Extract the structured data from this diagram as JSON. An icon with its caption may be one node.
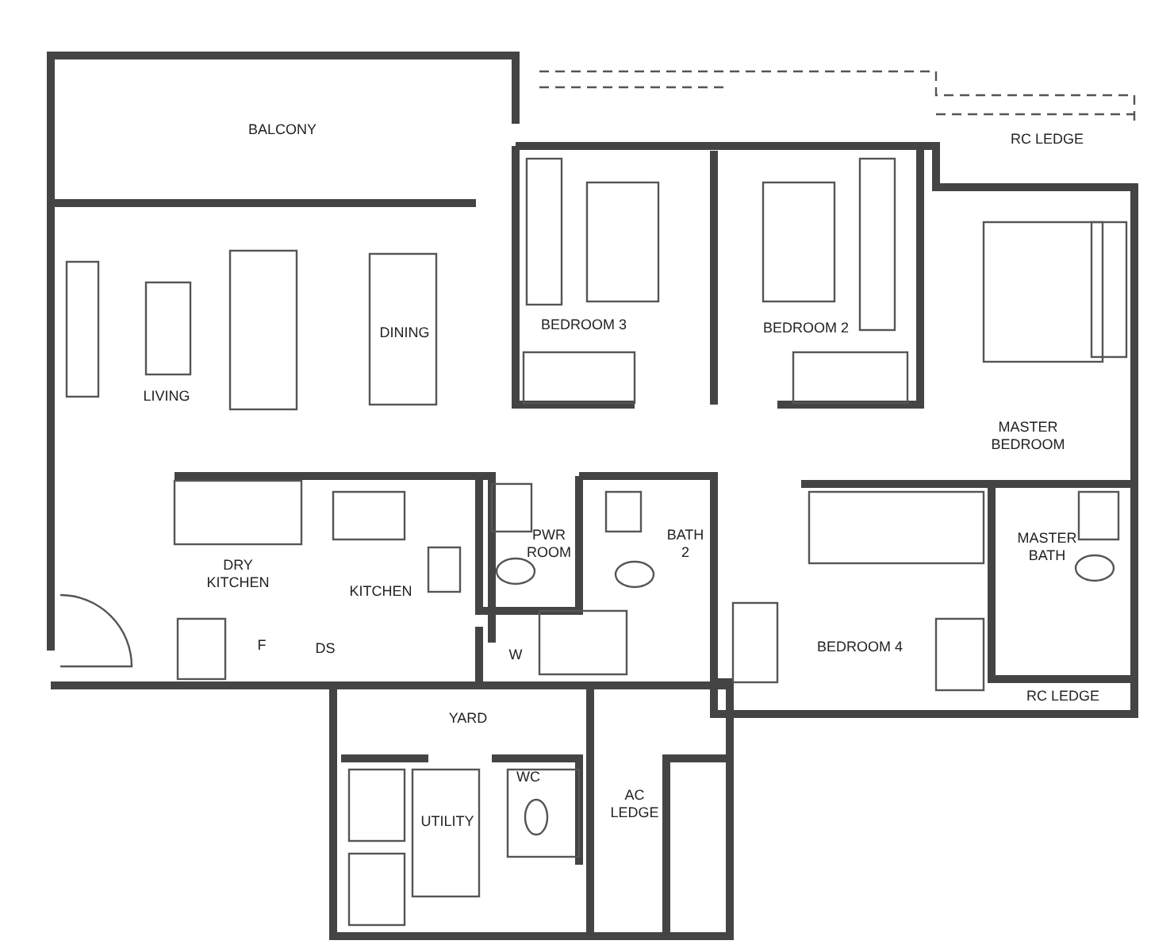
{
  "diagram": {
    "labels": [
      "BALCONY",
      "RC LEDGE",
      "LIVING",
      "DINING",
      "BEDROOM 3",
      "BEDROOM 2",
      "MASTER BEDROOM",
      "DRY KITCHEN",
      "KITCHEN",
      "PWR ROOM",
      "BATH 2",
      "MASTER BATH",
      "F",
      "DS",
      "W",
      "BEDROOM 4",
      "RC LEDGE",
      "YARD",
      "WC",
      "UTILITY",
      "AC LEDGE"
    ]
  }
}
